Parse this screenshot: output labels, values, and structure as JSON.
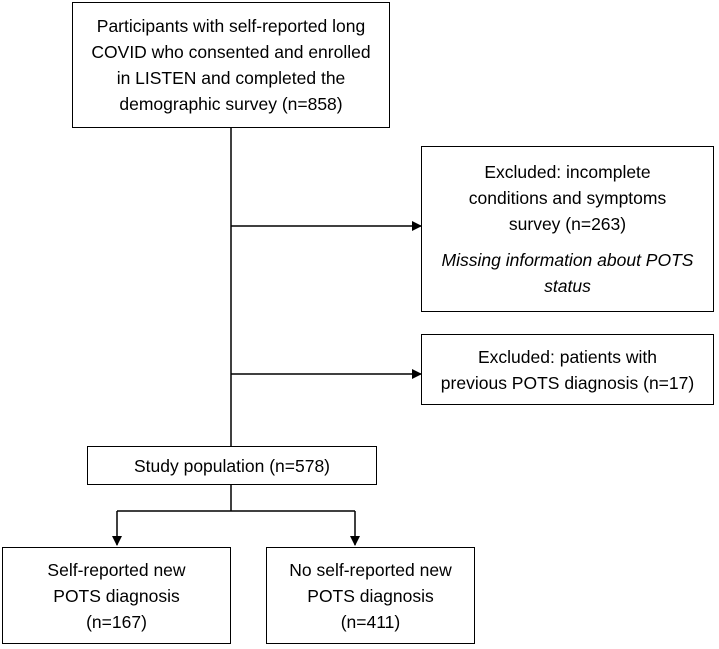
{
  "flowchart": {
    "enrolled": {
      "lines": [
        "Participants with self-reported long",
        "COVID who consented and enrolled",
        "in LISTEN and completed the",
        "demographic survey (n=858)"
      ]
    },
    "exclusion_1": {
      "lines": [
        "Excluded: incomplete",
        "conditions and symptoms",
        "survey (n=263)"
      ],
      "note_lines": [
        "Missing information about POTS",
        "status"
      ]
    },
    "exclusion_2": {
      "lines": [
        "Excluded: patients with",
        "previous POTS diagnosis (n=17)"
      ]
    },
    "study_population": {
      "lines": [
        "Study population (n=578)"
      ]
    },
    "self_reported_new": {
      "lines": [
        "Self-reported new",
        "POTS diagnosis",
        "(n=167)"
      ]
    },
    "no_self_reported_new": {
      "lines": [
        "No self-reported new",
        "POTS diagnosis",
        "(n=411)"
      ]
    }
  }
}
